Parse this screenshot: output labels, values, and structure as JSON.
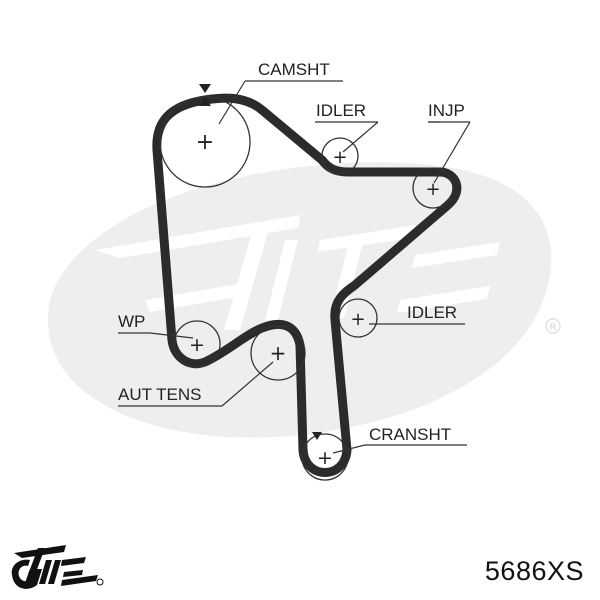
{
  "labels": {
    "camsht": "CAMSHT",
    "idler_top": "IDLER",
    "injp": "INJP",
    "idler_right": "IDLER",
    "wp": "WP",
    "aut_tens": "AUT TENS",
    "cranksht": "CRANSHT"
  },
  "part_number": "5686XS",
  "colors": {
    "belt": "#2b2b2b",
    "pulley_outline": "#333333",
    "watermark": "#eeeeee",
    "text": "#222222"
  },
  "icons": {
    "brand_logo": "gates-logo",
    "watermark": "gates-watermark"
  }
}
